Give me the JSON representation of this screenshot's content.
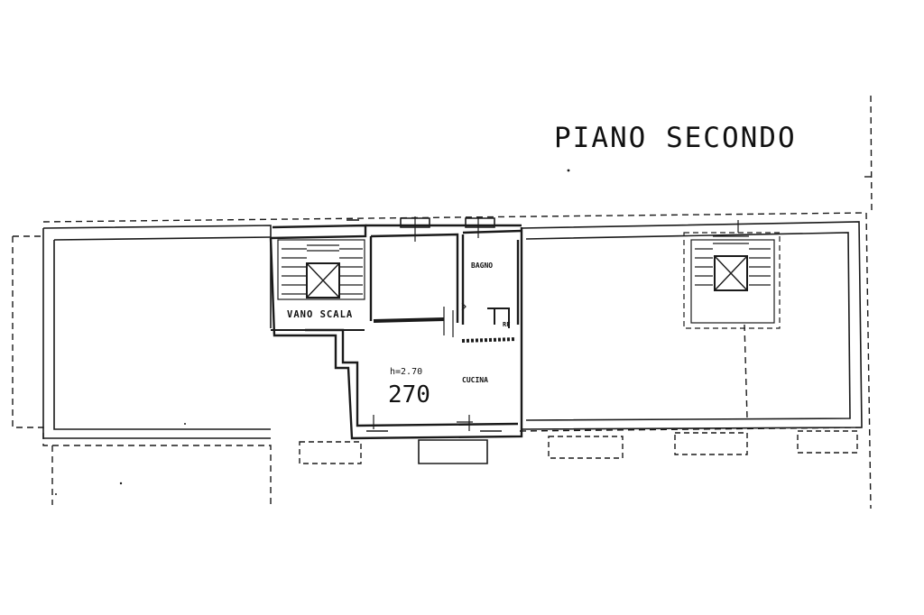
{
  "title": "PIANO SECONDO",
  "rooms": {
    "stair": "VANO SCALA",
    "bath": "BAGNO",
    "kitchen": "CUCINA",
    "fixture": "RF"
  },
  "unit": {
    "height": "h=2.70",
    "number": "270"
  },
  "colors": {
    "ink": "#1a1a1a",
    "paper": "#ffffff"
  }
}
